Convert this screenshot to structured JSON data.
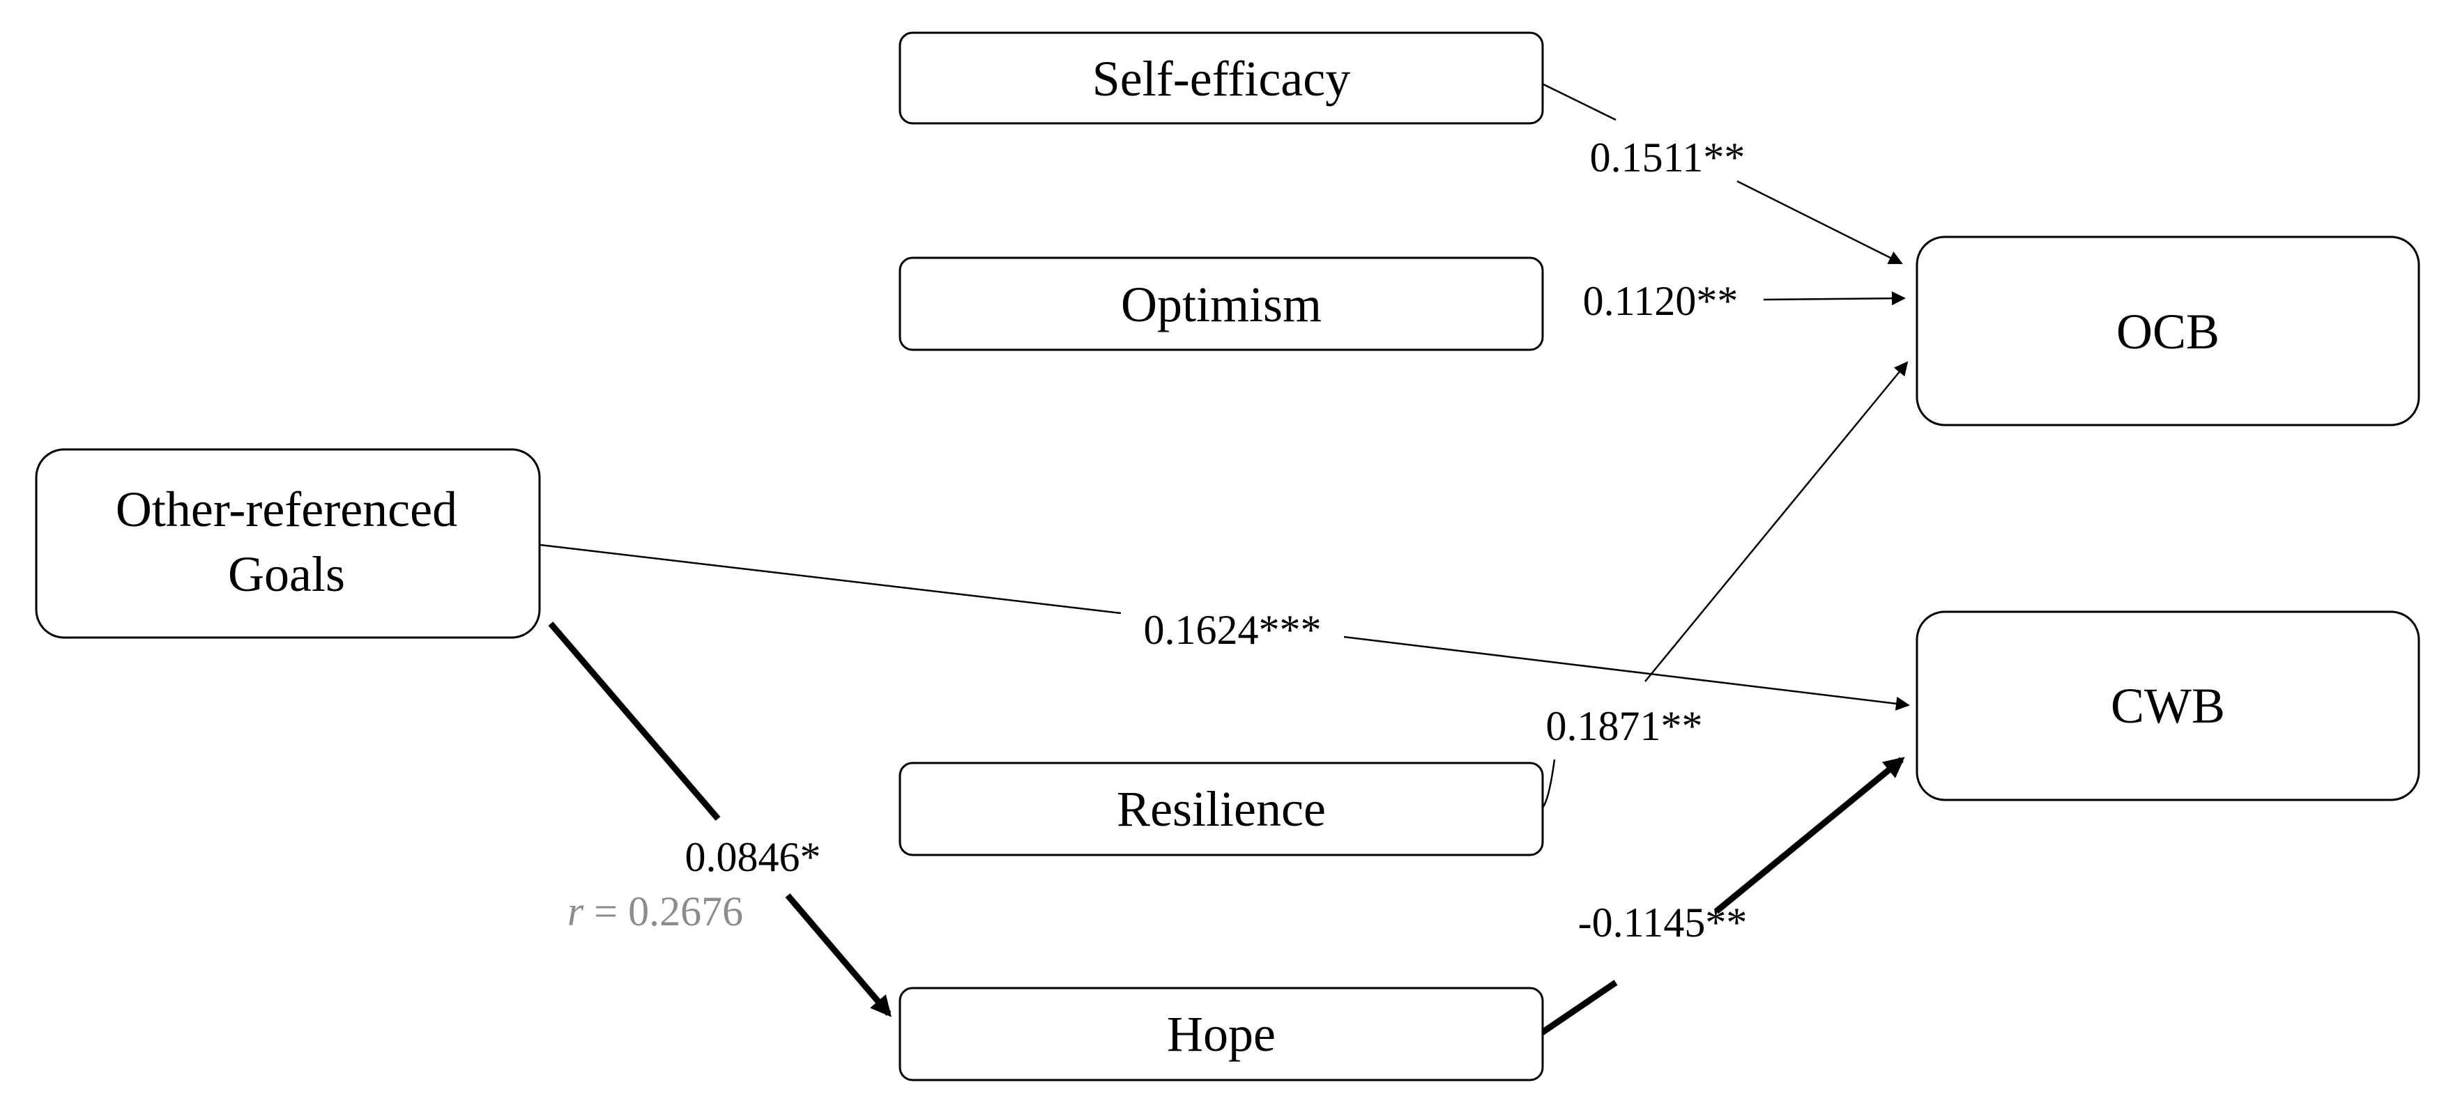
{
  "nodes": {
    "self_efficacy": "Self-efficacy",
    "optimism": "Optimism",
    "resilience": "Resilience",
    "hope": "Hope",
    "other_goals_line1": "Other-referenced",
    "other_goals_line2": "Goals",
    "ocb": "OCB",
    "cwb": "CWB"
  },
  "edges": {
    "self_efficacy_to_ocb": "0.1511**",
    "optimism_to_ocb": "0.1120**",
    "resilience_to_ocb": "0.1871**",
    "goals_to_cwb": "0.1624***",
    "goals_to_hope": "0.0846*",
    "hope_to_cwb": "-0.1145**"
  },
  "correlation": {
    "symbol": "r",
    "text": " = 0.2676"
  }
}
